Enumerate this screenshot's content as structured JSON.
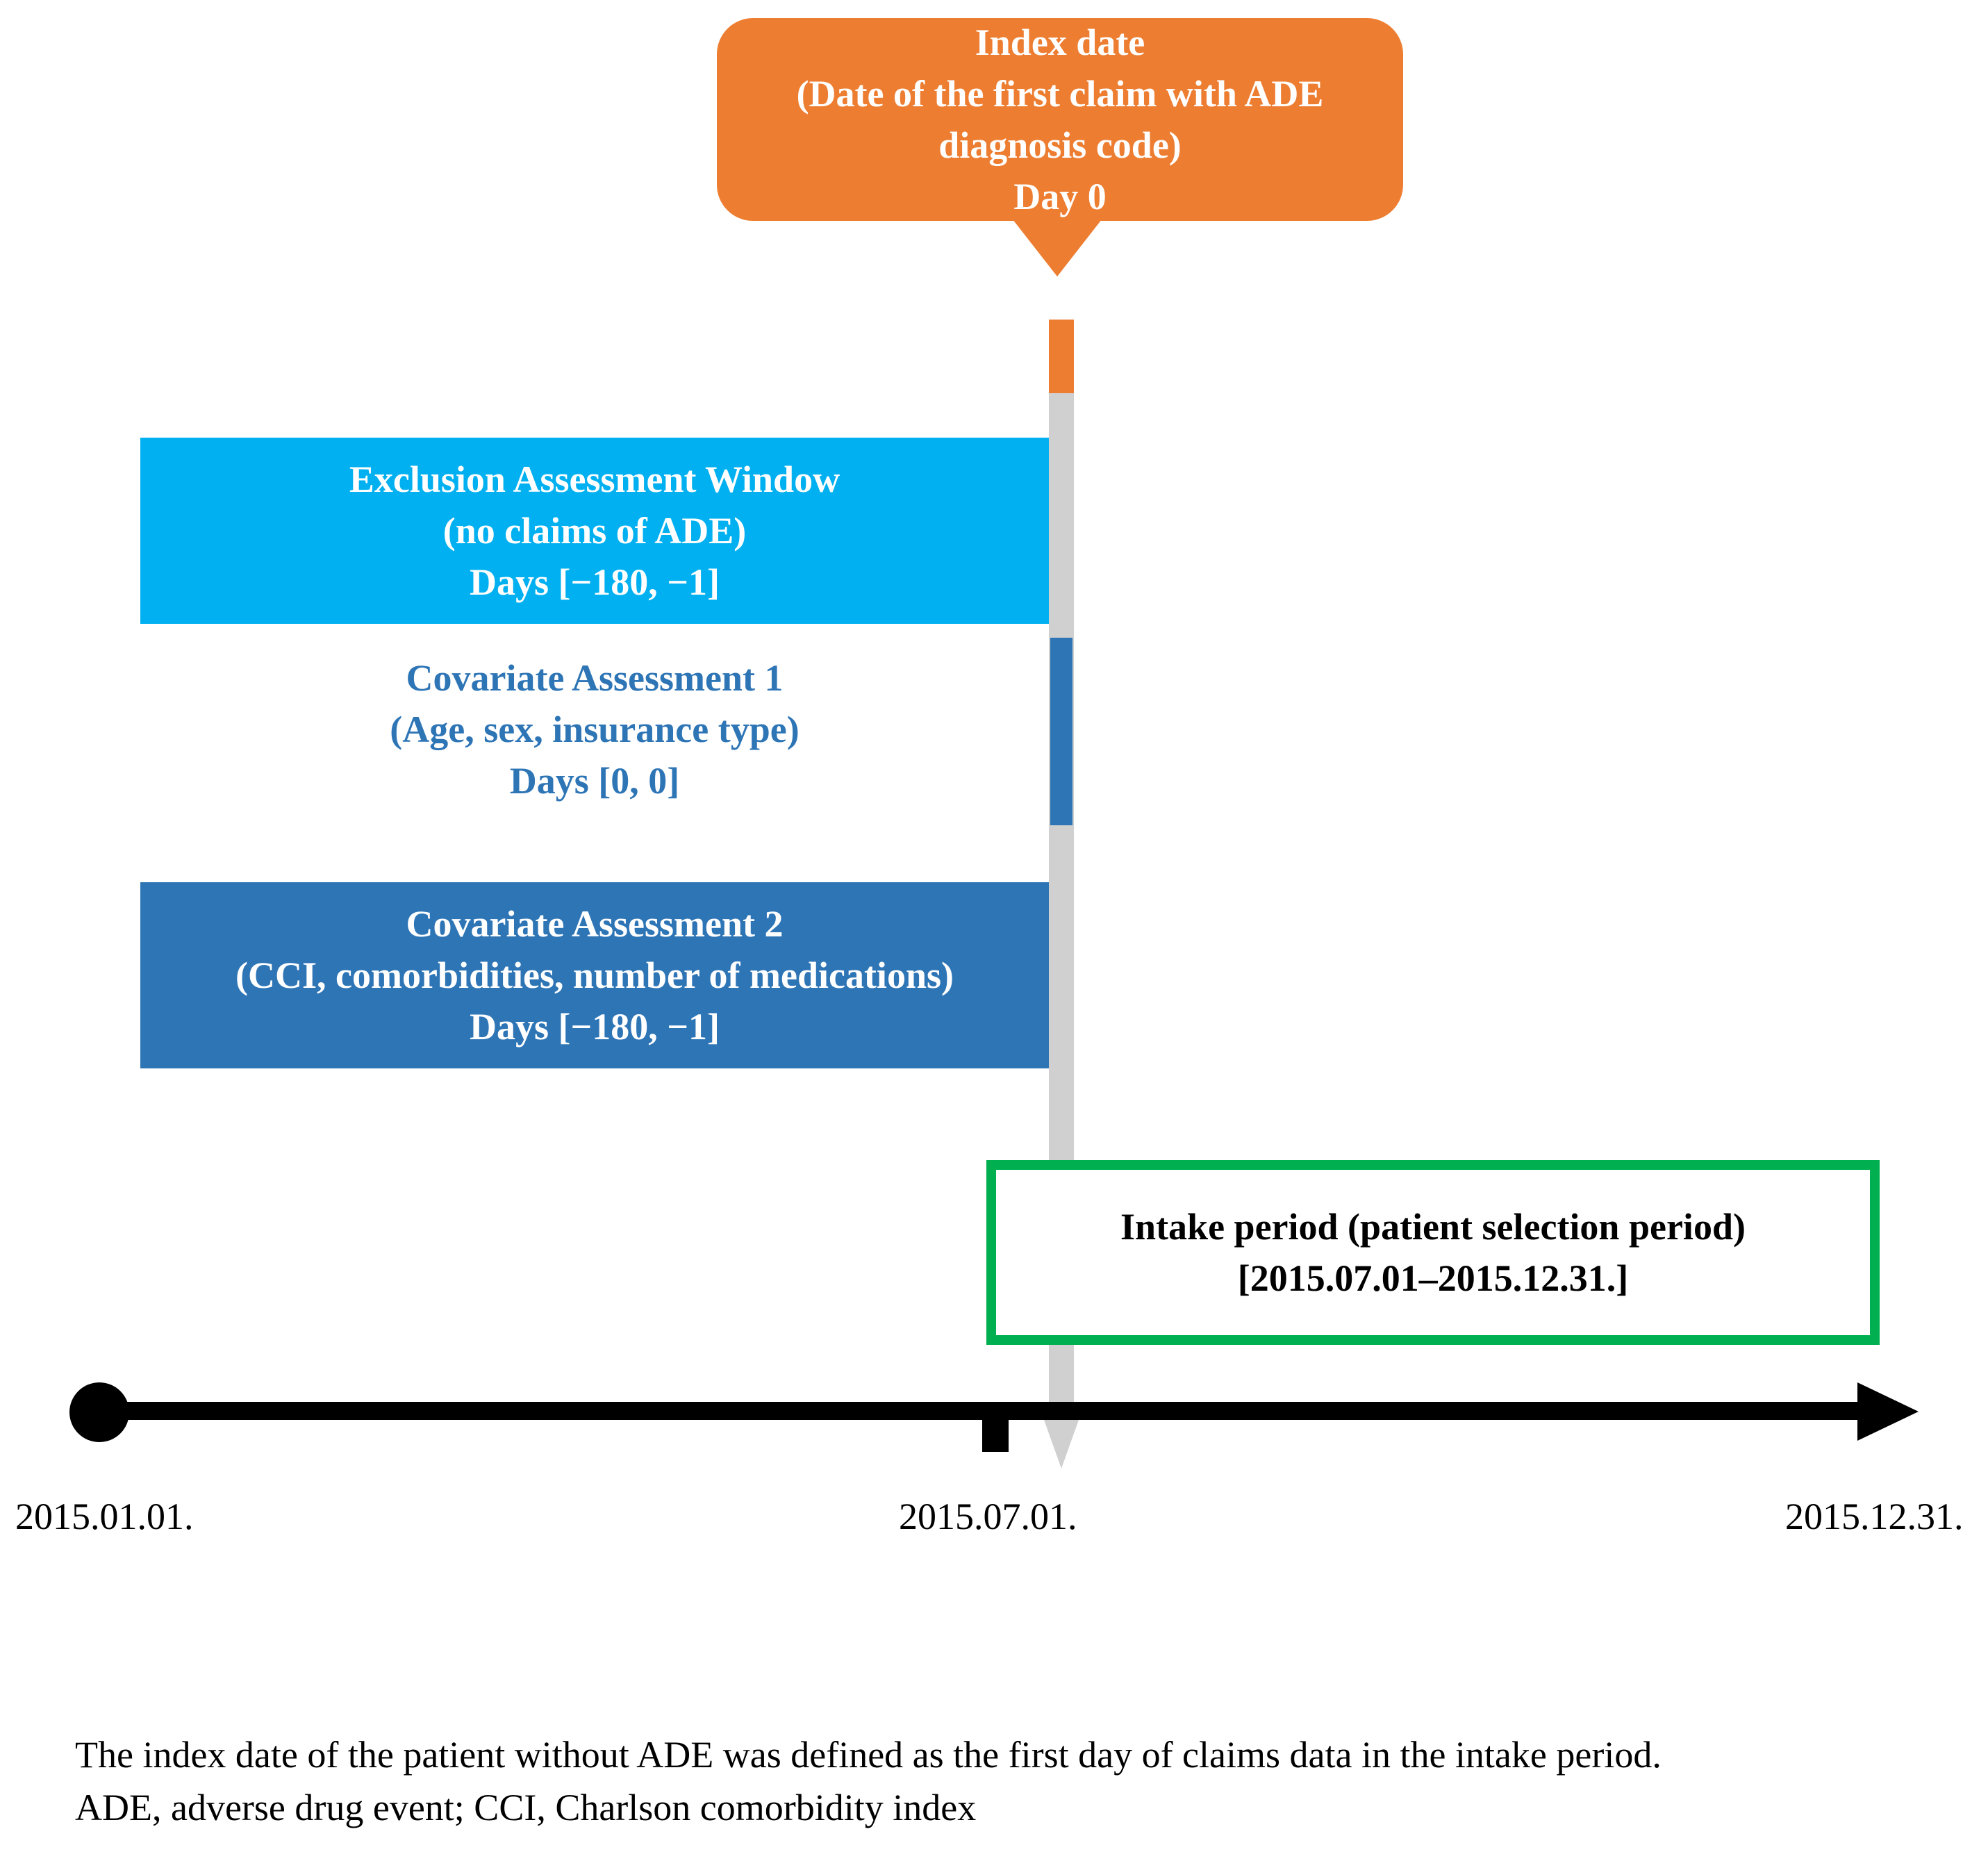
{
  "colors": {
    "orange": "#ED7D31",
    "light_blue": "#00B0F0",
    "dark_blue": "#2E75B6",
    "green": "#00B050",
    "gray": "#D0D0D0",
    "black": "#000000"
  },
  "index_date": {
    "lines": [
      "Index date",
      "(Date of the first claim with ADE",
      "diagnosis code)",
      "Day 0"
    ]
  },
  "exclusion_window": {
    "lines": [
      "Exclusion Assessment Window",
      "(no claims of ADE)",
      "Days [−180, −1]"
    ]
  },
  "covariate_1": {
    "lines": [
      "Covariate Assessment 1",
      "(Age, sex, insurance type)",
      "Days [0, 0]"
    ]
  },
  "covariate_2": {
    "lines": [
      "Covariate Assessment 2",
      "(CCI, comorbidities, number of medications)",
      "Days [−180, −1]"
    ]
  },
  "intake_period": {
    "lines": [
      "Intake period (patient selection period)",
      "[2015.07.01–2015.12.31.]"
    ]
  },
  "timeline": {
    "start_label": "2015.01.01.",
    "mid_label": "2015.07.01.",
    "end_label": "2015.12.31."
  },
  "caption": {
    "line1": "The index date of the patient without ADE was defined as the first day of claims data in the intake period.",
    "line2": "ADE, adverse drug event; CCI, Charlson comorbidity index"
  }
}
